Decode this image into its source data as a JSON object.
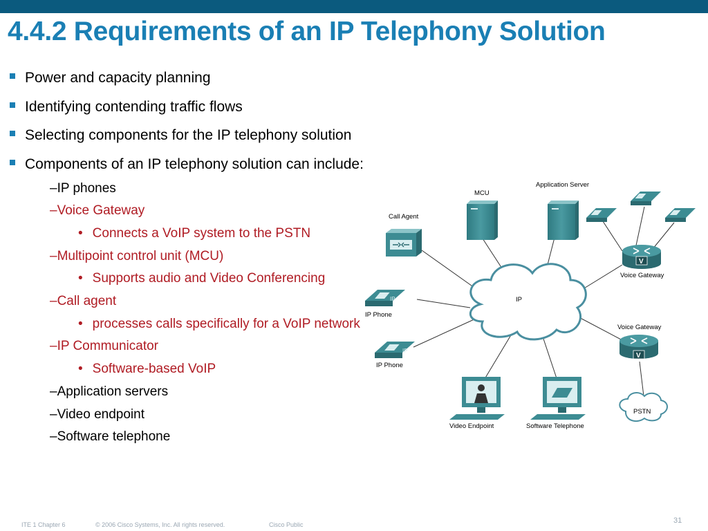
{
  "slide": {
    "title": "4.4.2 Requirements of an IP Telephony Solution",
    "bullets": [
      "Power and capacity planning",
      "Identifying contending traffic flows",
      "Selecting components for the IP telephony solution",
      "Components of an IP telephony solution can include:"
    ],
    "components": {
      "ip_phones": "–IP phones",
      "voice_gateway": "–Voice Gateway",
      "voice_gateway_detail": "Connects a VoIP system to the PSTN",
      "mcu": "–Multipoint control unit (MCU)",
      "mcu_detail": "Supports audio and Video Conferencing",
      "call_agent": "–Call agent",
      "call_agent_detail": "processes calls specifically for a VoIP network",
      "ip_communicator": "–IP Communicator",
      "ip_communicator_detail": "Software-based VoIP",
      "application_servers": "–Application servers",
      "video_endpoint": "–Video endpoint",
      "software_telephone": "–Software telephone"
    },
    "sub_bullet_glyph": "•"
  },
  "diagram": {
    "labels": {
      "mcu": "MCU",
      "application_server": "Application Server",
      "call_agent": "Call Agent",
      "voice_gateway_top": "Voice Gateway",
      "voice_gateway_bottom": "Voice Gateway",
      "ip_cloud": "IP",
      "ip_phone_1": "IP Phone",
      "ip_phone_2": "IP Phone",
      "pstn": "PSTN",
      "video_endpoint": "Video Endpoint",
      "software_telephone": "Software Telephone",
      "ip_badge": "IP",
      "v_badge": "V"
    },
    "colors": {
      "device": "#3d8c93",
      "device_dark": "#2b6a70",
      "device_light": "#8cc4c8",
      "cloud_stroke": "#4a8fa0"
    }
  },
  "footer": {
    "chapter": "ITE 1 Chapter 6",
    "copyright": "© 2006 Cisco Systems, Inc. All rights reserved.",
    "classification": "Cisco Public",
    "page_number": "31"
  }
}
